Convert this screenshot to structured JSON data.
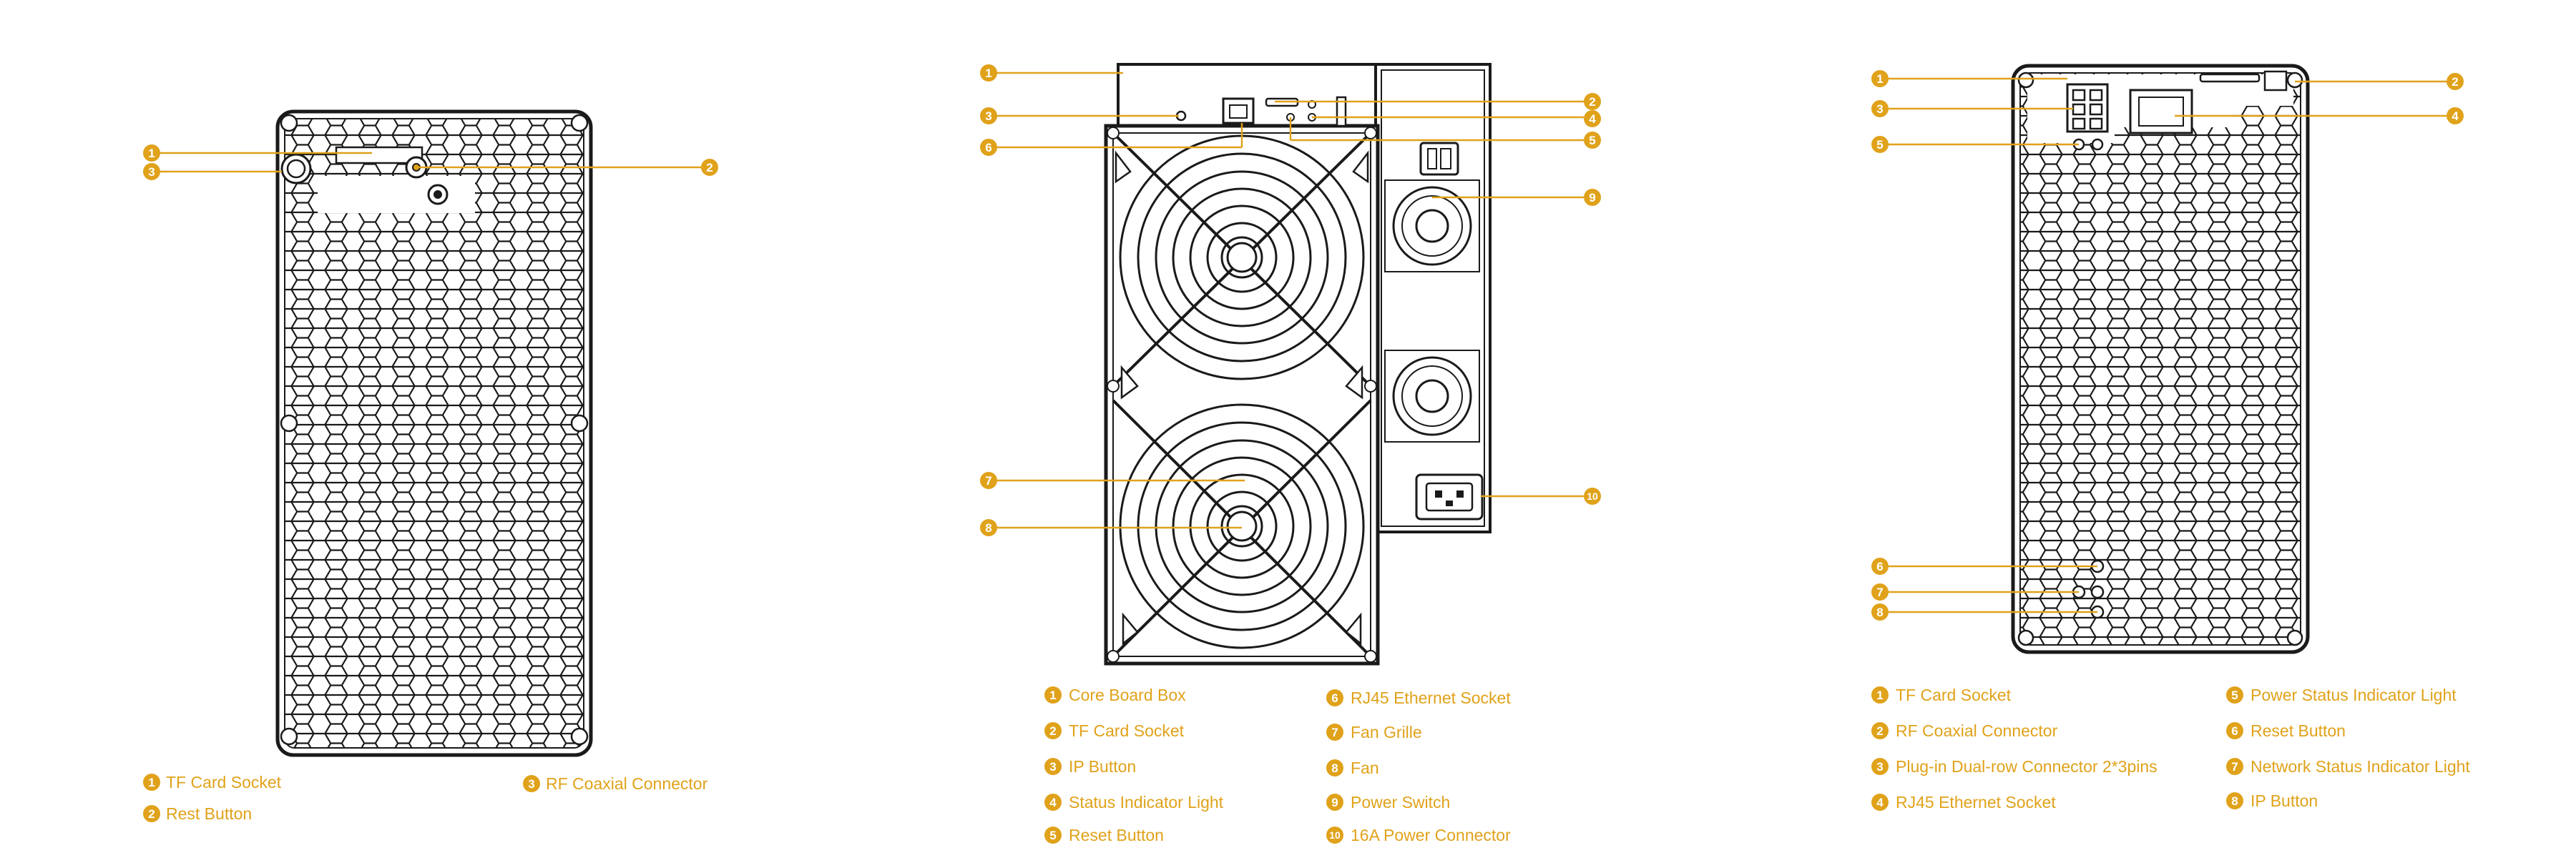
{
  "colors": {
    "accent": "#e0a21a",
    "line": "#1a1a1a",
    "background": "#ffffff"
  },
  "panel_left": {
    "callouts": [
      "1",
      "2",
      "3"
    ],
    "legend": [
      {
        "num": "1",
        "label": "TF Card Socket"
      },
      {
        "num": "2",
        "label": "Rest Button"
      },
      {
        "num": "3",
        "label": "RF Coaxial Connector"
      }
    ]
  },
  "panel_middle": {
    "callouts": [
      "1",
      "2",
      "3",
      "4",
      "5",
      "6",
      "7",
      "8",
      "9",
      "10"
    ],
    "legend": [
      {
        "num": "1",
        "label": "Core Board Box"
      },
      {
        "num": "2",
        "label": "TF Card Socket"
      },
      {
        "num": "3",
        "label": "IP Button"
      },
      {
        "num": "4",
        "label": "Status Indicator Light"
      },
      {
        "num": "5",
        "label": "Reset Button"
      },
      {
        "num": "6",
        "label": "RJ45 Ethernet Socket"
      },
      {
        "num": "7",
        "label": "Fan Grille"
      },
      {
        "num": "8",
        "label": "Fan"
      },
      {
        "num": "9",
        "label": "Power Switch"
      },
      {
        "num": "10",
        "label": "16A Power Connector"
      }
    ]
  },
  "panel_right": {
    "callouts": [
      "1",
      "2",
      "3",
      "4",
      "5",
      "6",
      "7",
      "8"
    ],
    "legend": [
      {
        "num": "1",
        "label": "TF Card Socket"
      },
      {
        "num": "2",
        "label": "RF Coaxial Connector"
      },
      {
        "num": "3",
        "label": "Plug-in Dual-row Connector 2*3pins"
      },
      {
        "num": "4",
        "label": "RJ45 Ethernet Socket"
      },
      {
        "num": "5",
        "label": "Power Status Indicator Light"
      },
      {
        "num": "6",
        "label": "Reset Button"
      },
      {
        "num": "7",
        "label": "Network Status Indicator Light"
      },
      {
        "num": "8",
        "label": "IP Button"
      }
    ]
  }
}
